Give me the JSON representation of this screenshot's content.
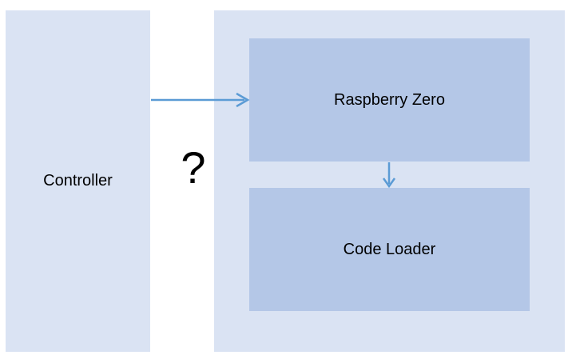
{
  "nodes": {
    "controller": "Controller",
    "raspberry": "Raspberry Zero",
    "loader": "Code Loader"
  },
  "annotation": "?",
  "colors": {
    "outer_fill": "#dae3f3",
    "inner_fill": "#b4c7e7",
    "arrow": "#5b9bd5"
  }
}
